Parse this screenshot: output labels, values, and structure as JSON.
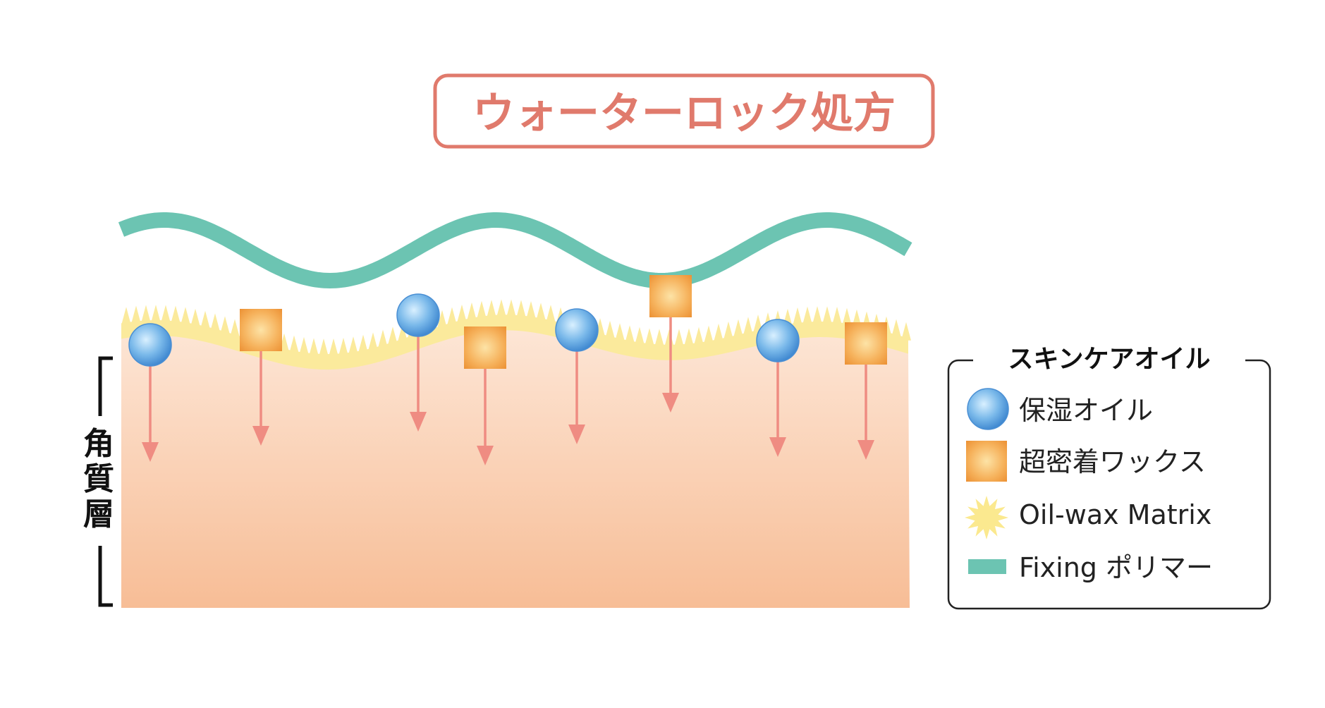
{
  "title": "ウォーターロック処方",
  "side_label": [
    "角",
    "質",
    "層"
  ],
  "legend": {
    "title": "スキンケアオイル",
    "items": [
      {
        "label": "保湿オイル",
        "icon": "blue-sphere-icon"
      },
      {
        "label": "超密着ワックス",
        "icon": "orange-square-icon"
      },
      {
        "label": "Oil-wax Matrix",
        "icon": "yellow-starburst-icon"
      },
      {
        "label": "Fixing ポリマー",
        "icon": "teal-bar-icon"
      }
    ]
  },
  "colors": {
    "title": "#e07a6c",
    "polymer": "#6cc4b2",
    "matrix": "#fbe99a",
    "skin_top": "#fce2d2",
    "skin_bottom": "#f6bc96",
    "arrow": "#ef8c82",
    "oil": "#6fb0e6",
    "wax": "#f2a347"
  }
}
